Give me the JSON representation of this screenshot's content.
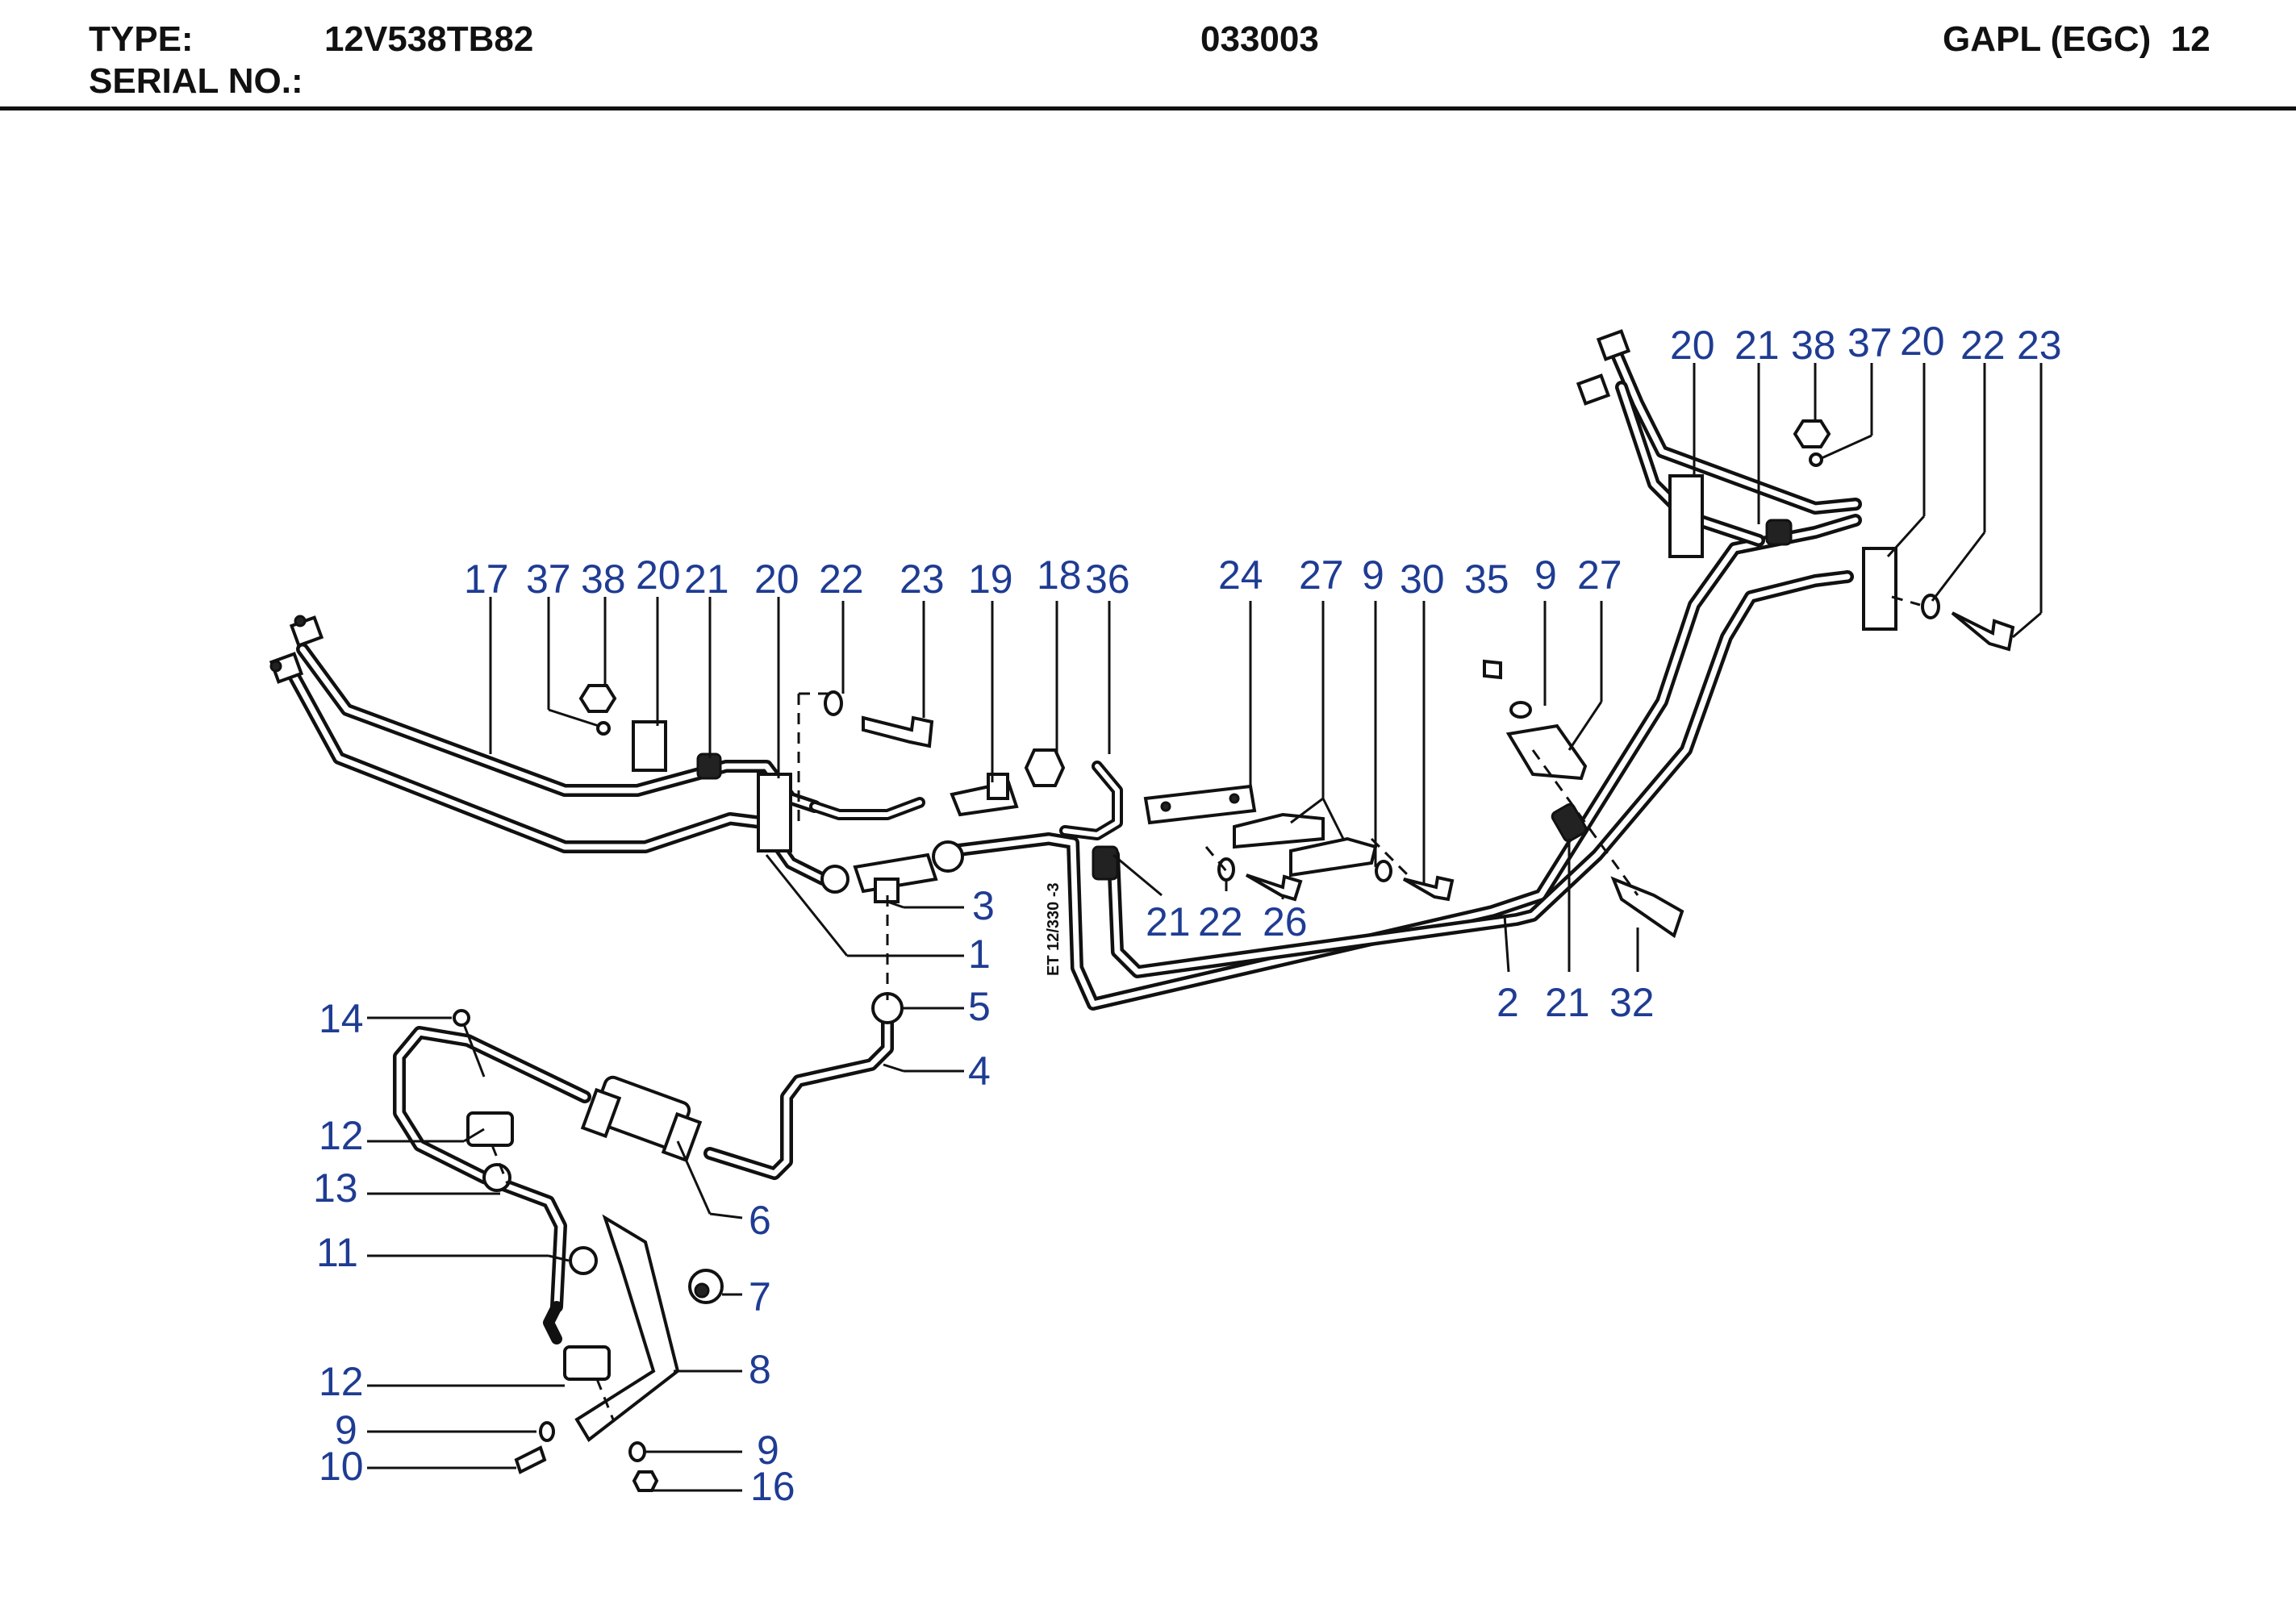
{
  "header": {
    "type_label": "TYPE:",
    "type_value": "12V538TB82",
    "serial_label": "SERIAL NO.:",
    "doc_number": "033003",
    "group_label": "GAPL (EGC)  12"
  },
  "drawing_code": "ET 12/330 -3",
  "callouts": {
    "right_group": [
      "20",
      "21",
      "38",
      "37",
      "20",
      "22",
      "23"
    ],
    "upper_row": [
      "17",
      "37",
      "38",
      "20",
      "21",
      "20",
      "22",
      "23",
      "19",
      "18",
      "36",
      "24",
      "27",
      "9",
      "30",
      "35",
      "9",
      "27"
    ],
    "middle_row": [
      "21",
      "22",
      "26",
      "3",
      "1",
      "5",
      "4",
      "2",
      "21",
      "32"
    ],
    "lower_left": [
      "14",
      "12",
      "13",
      "11",
      "12",
      "9",
      "10"
    ],
    "lower_right": [
      "6",
      "7",
      "8",
      "9",
      "16"
    ]
  }
}
